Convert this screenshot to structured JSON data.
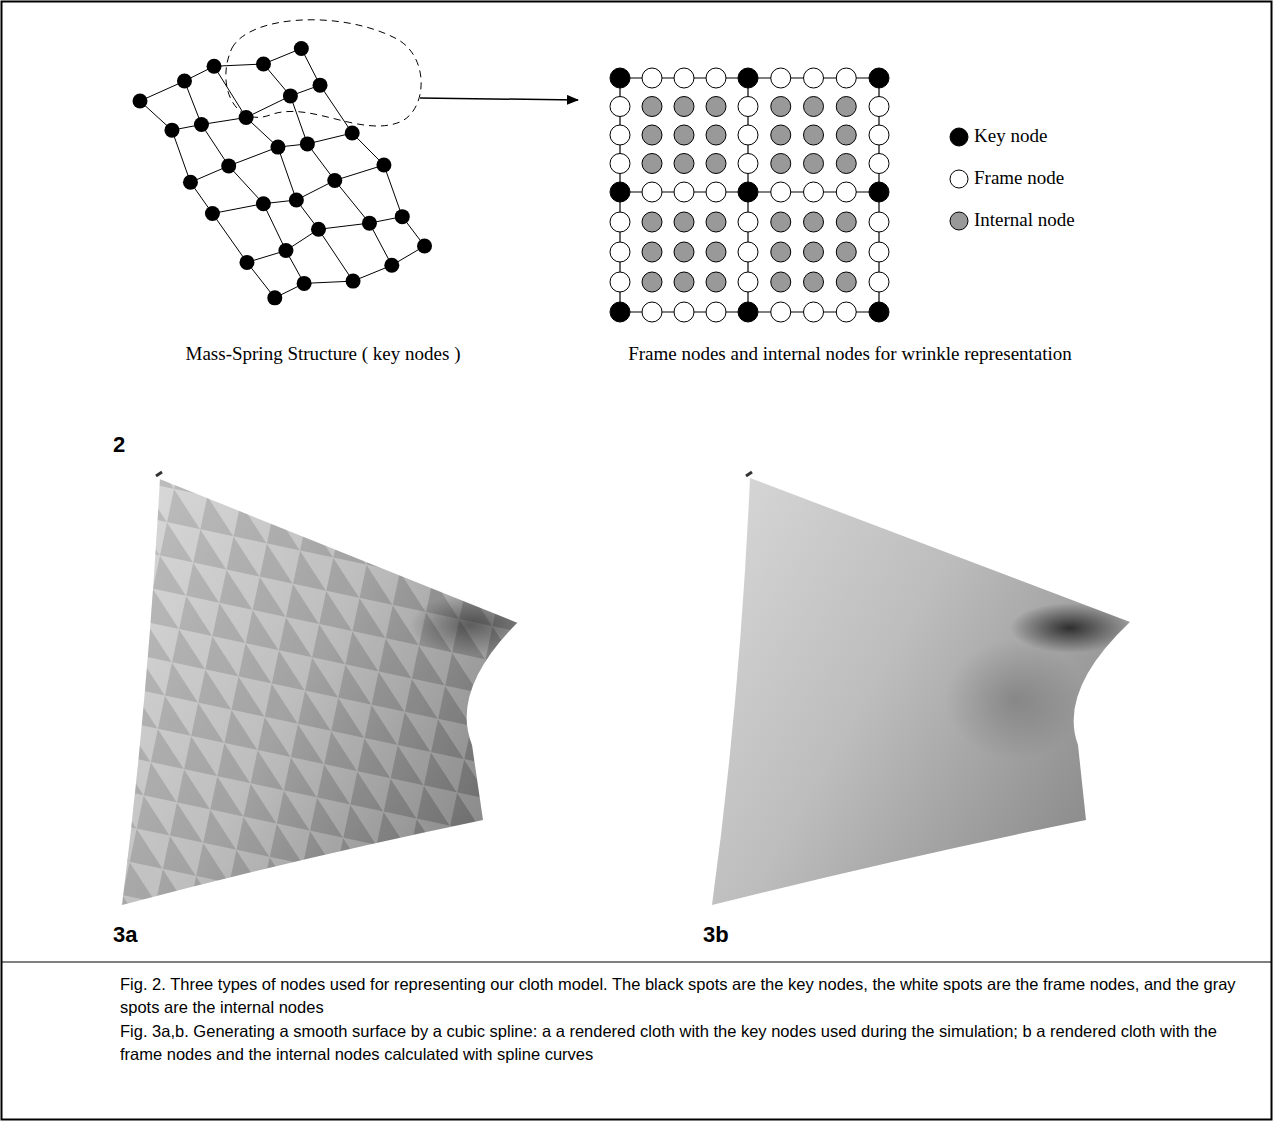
{
  "diagram": {
    "caption": "Fig. 2. Three types of nodes used for representing our cloth model. The black spots are the key nodes, the white spots are the frame nodes, and the gray spots are the internal nodes",
    "labels": [
      "Mass-Spring Structure ( key nodes )",
      "Frame nodes and internal nodes for wrinkle representation",
      "2",
      "3a",
      "3b",
      "Fig. 3a,b. Generating a smooth surface by a cubic spline: a a rendered cloth with the key nodes used during the simulation; b a rendered cloth with the frame nodes and the internal nodes calculated with spline curves"
    ],
    "legend": [
      {
        "text": "Key node",
        "color": "#000000"
      },
      {
        "text": "Frame node",
        "color": "#ffffff"
      },
      {
        "text": "Internal node",
        "color": "#999999"
      }
    ]
  }
}
